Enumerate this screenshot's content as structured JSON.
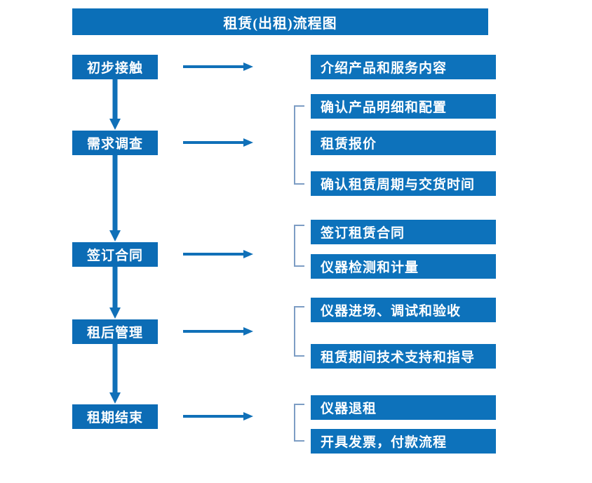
{
  "title": "租赁(出租)流程图",
  "colors": {
    "title_bar": "#0b6fb8",
    "stage_box": "#0c6cb5",
    "task_box": "#0d72bb",
    "arrow": "#1070b8",
    "bracket": "#7d9dc4",
    "text": "#ffffff",
    "background": "#ffffff"
  },
  "stages": [
    {
      "label": "初步接触"
    },
    {
      "label": "需求调查"
    },
    {
      "label": "签订合同"
    },
    {
      "label": "租后管理"
    },
    {
      "label": "租期结束"
    }
  ],
  "tasks": [
    {
      "label": "介绍产品和服务内容"
    },
    {
      "label": "确认产品明细和配置"
    },
    {
      "label": "租赁报价"
    },
    {
      "label": "确认租赁周期与交货时间"
    },
    {
      "label": "签订租赁合同"
    },
    {
      "label": "仪器检测和计量"
    },
    {
      "label": "仪器进场、调试和验收"
    },
    {
      "label": "租赁期间技术支持和指导"
    },
    {
      "label": "仪器退租"
    },
    {
      "label": "开具发票，付款流程"
    }
  ],
  "icons": {
    "right_arrow": "right-arrow-icon",
    "down_arrow": "down-arrow-icon",
    "group_bracket": "group-bracket-icon"
  }
}
